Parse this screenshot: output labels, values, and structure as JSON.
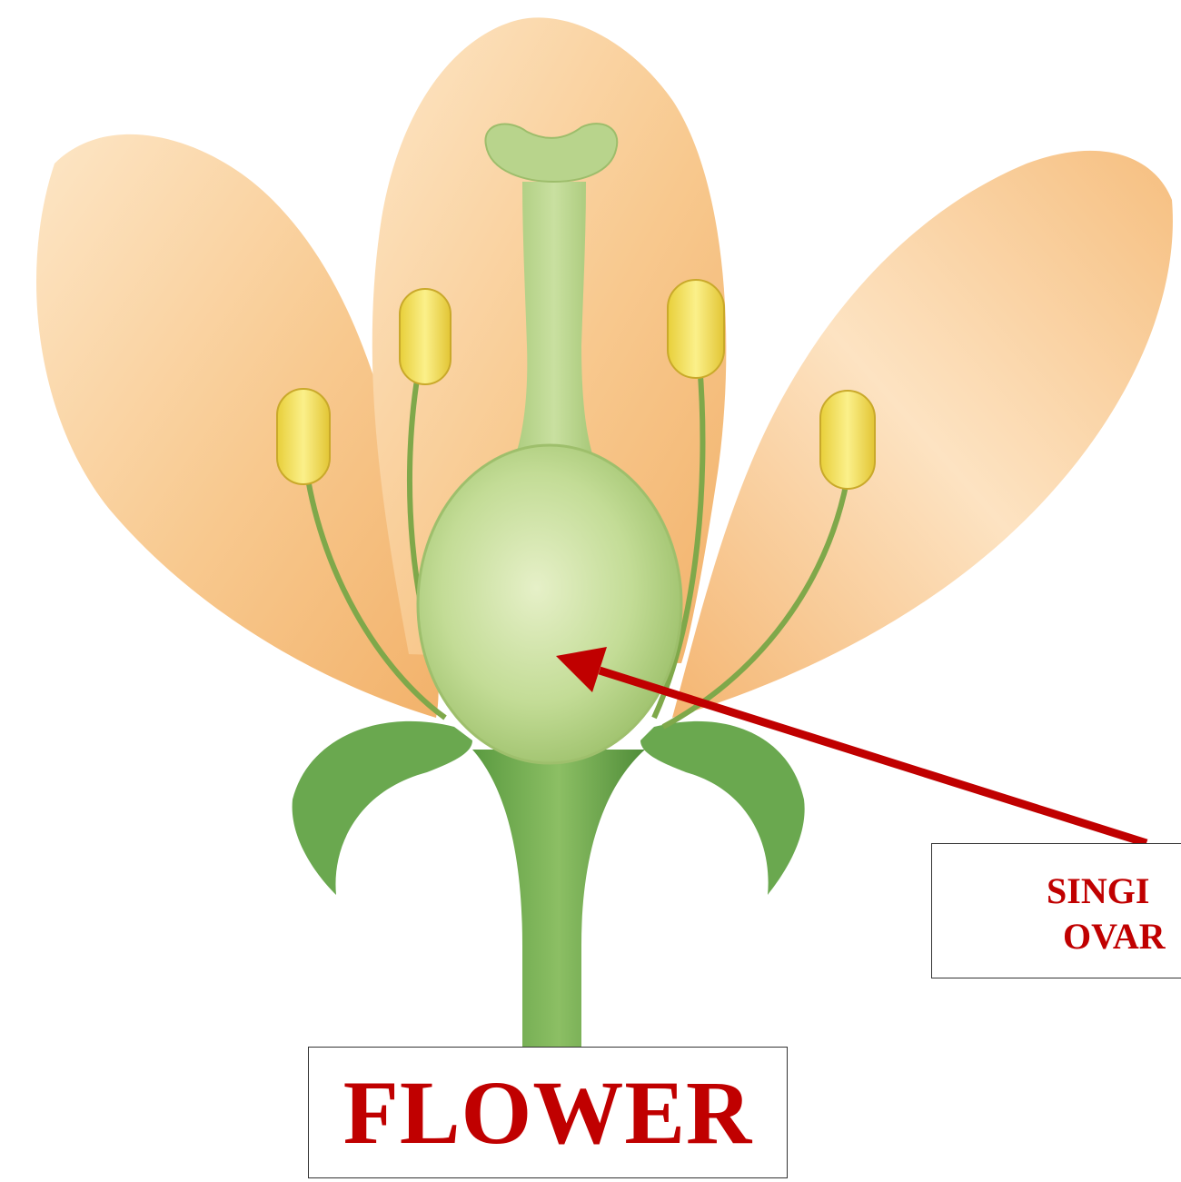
{
  "title": "FLOWER",
  "callout": {
    "lines": [
      "SINGI",
      "OVAR"
    ]
  },
  "colors": {
    "label_red": "#c00000",
    "arrow_red": "#c00000",
    "petal": "#f7c48a",
    "petal_light": "#fde6c6",
    "pistil": "#b9d58a",
    "stem": "#6aa84f",
    "anther": "#f3e35a"
  }
}
